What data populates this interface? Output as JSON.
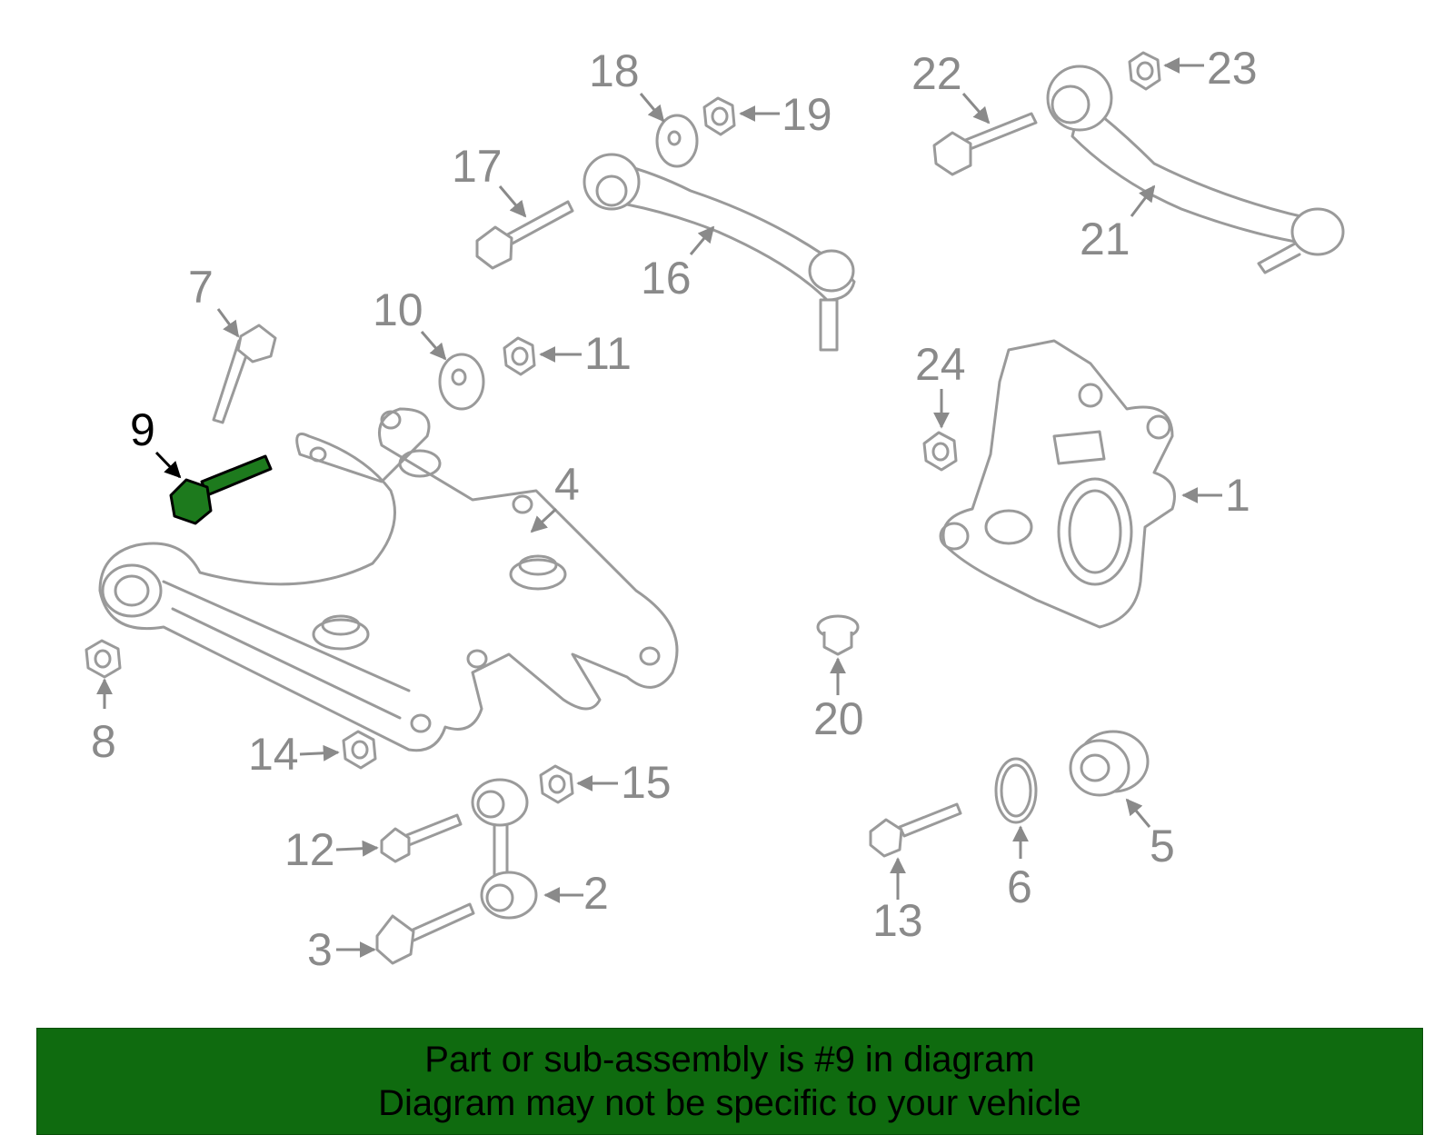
{
  "highlight": {
    "number": "9",
    "color": "#1d7a1d"
  },
  "callouts": [
    "1",
    "2",
    "3",
    "4",
    "5",
    "6",
    "7",
    "8",
    "9",
    "10",
    "11",
    "12",
    "13",
    "14",
    "15",
    "16",
    "17",
    "18",
    "19",
    "20",
    "21",
    "22",
    "23",
    "24"
  ],
  "banner": {
    "line1": "Part or sub-assembly is #9 in diagram",
    "line2": "Diagram may not be specific to your vehicle",
    "background": "#0f6b0f"
  }
}
